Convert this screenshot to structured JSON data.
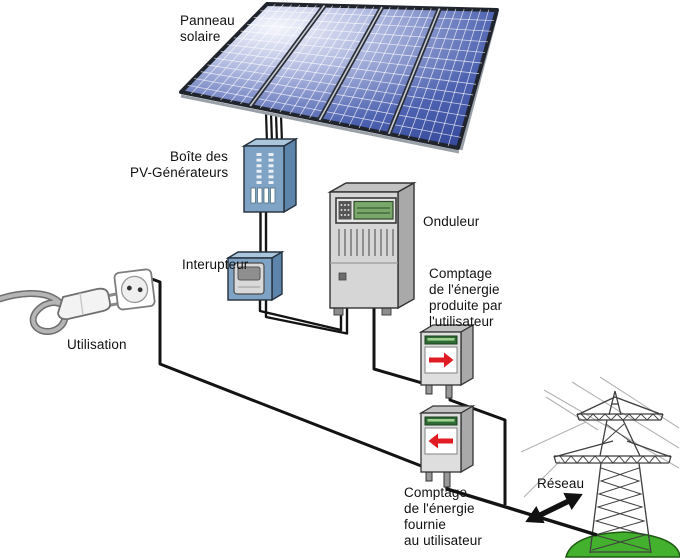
{
  "diagram": {
    "labels": {
      "solar_panel": {
        "line1": "Panneau",
        "line2": "solaire"
      },
      "pv_generator_box": {
        "line1": "Boîte des",
        "line2": "PV-Générateurs"
      },
      "switch": {
        "text": "Interupteur"
      },
      "inverter": {
        "text": "Onduleur"
      },
      "meter_produced": {
        "line1": "Comptage",
        "line2": "de l'énergie",
        "line3": "produite par",
        "line4": "l'utilisateur"
      },
      "usage": {
        "text": "Utilisation"
      },
      "meter_supplied": {
        "line1": "Comptage",
        "line2": "de l'énergie",
        "line3": "fournie",
        "line4": "au utilisateur"
      },
      "grid": {
        "text": "Réseau"
      }
    },
    "colors": {
      "panel_blue_deep": "#3a4fa0",
      "device_blue_front": "#7fa3c4",
      "device_blue_side": "#5d84aa",
      "device_blue_top": "#aac6dd",
      "inverter_gray_front": "#d6d6d6",
      "inverter_gray_side": "#a9a9a9",
      "inverter_gray_top": "#c2c2c2",
      "lcd_green": "#7aa86a",
      "meter_strip_green": "#2e6b34",
      "arrow_red": "#e01b22",
      "mound_green": "#44b12e",
      "wire_black": "#131313"
    }
  }
}
